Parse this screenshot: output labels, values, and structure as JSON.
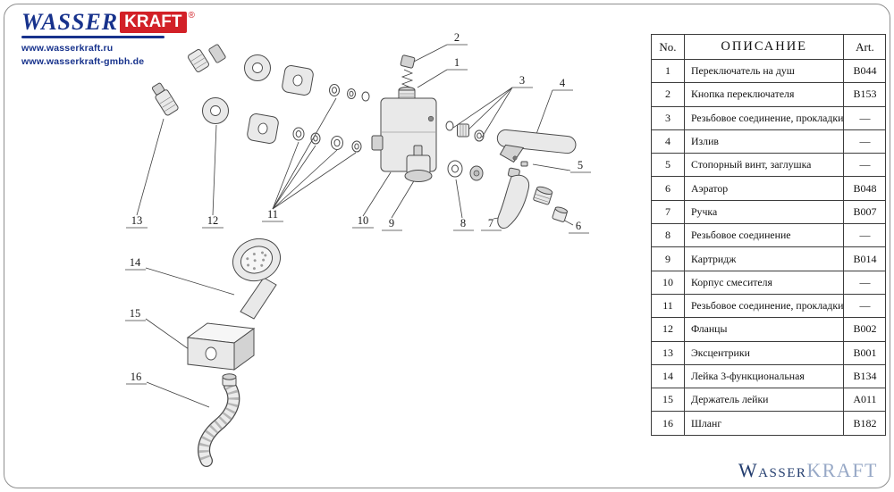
{
  "logo": {
    "wasser": "WASSER",
    "kraft": "KRAFT",
    "registered": "®",
    "url_ru": "www.wasserkraft.ru",
    "url_de": "www.wasserkraft-gmbh.de"
  },
  "footer": {
    "brand_wasser": "Wasser",
    "brand_kraft": "KRAFT"
  },
  "diagram": {
    "callouts": [
      "1",
      "2",
      "3",
      "4",
      "5",
      "6",
      "7",
      "8",
      "9",
      "10",
      "11",
      "12",
      "13",
      "14",
      "15",
      "16"
    ]
  },
  "table": {
    "headers": {
      "no": "No.",
      "description": "ОПИСАНИЕ",
      "art": "Art."
    },
    "rows": [
      {
        "no": "1",
        "description": "Переключатель на душ",
        "art": "B044"
      },
      {
        "no": "2",
        "description": "Кнопка переключателя",
        "art": "B153"
      },
      {
        "no": "3",
        "description": "Резьбовое соединение, прокладки",
        "art": "—"
      },
      {
        "no": "4",
        "description": "Излив",
        "art": "—"
      },
      {
        "no": "5",
        "description": "Стопорный винт, заглушка",
        "art": "—"
      },
      {
        "no": "6",
        "description": "Аэратор",
        "art": "B048"
      },
      {
        "no": "7",
        "description": "Ручка",
        "art": "B007"
      },
      {
        "no": "8",
        "description": "Резьбовое соединение",
        "art": "—"
      },
      {
        "no": "9",
        "description": "Картридж",
        "art": "B014"
      },
      {
        "no": "10",
        "description": "Корпус смесителя",
        "art": "—"
      },
      {
        "no": "11",
        "description": "Резьбовое соединение, прокладки",
        "art": "—"
      },
      {
        "no": "12",
        "description": "Фланцы",
        "art": "B002"
      },
      {
        "no": "13",
        "description": "Эксцентрики",
        "art": "B001"
      },
      {
        "no": "14",
        "description": "Лейка 3-функциональная",
        "art": "B134"
      },
      {
        "no": "15",
        "description": "Держатель лейки",
        "art": "A011"
      },
      {
        "no": "16",
        "description": "Шланг",
        "art": "B182"
      }
    ]
  },
  "colors": {
    "brand_blue": "#17328c",
    "brand_red": "#d22027",
    "footer_wasser": "#223c6e",
    "footer_kraft": "#97a8c6",
    "table_border": "#3c3c3c"
  }
}
